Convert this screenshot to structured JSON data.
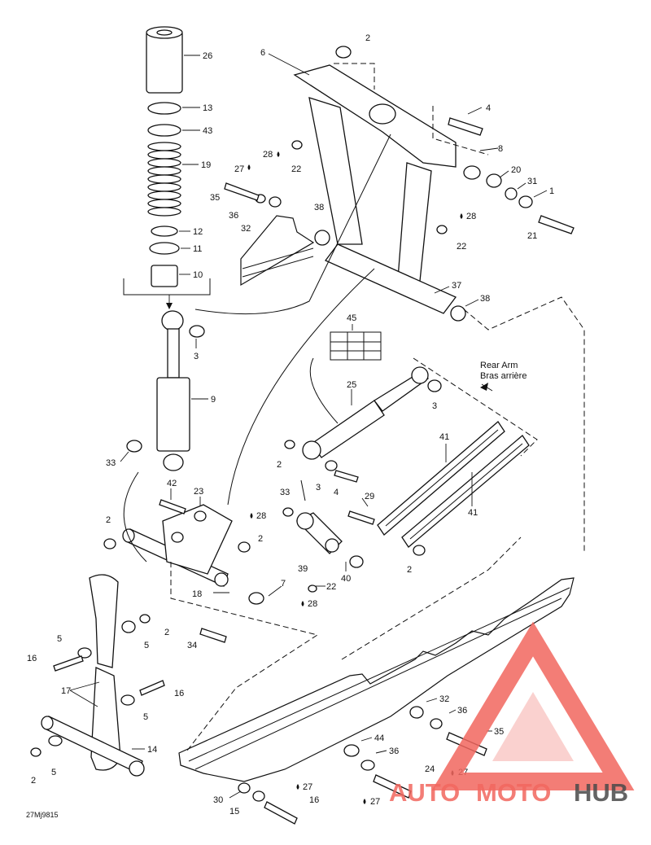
{
  "header": {
    "rear_arm_en": "Rear Arm",
    "rear_arm_fr": "Bras arrière"
  },
  "figure_id": "27Mj9815",
  "watermark": {
    "brand_a": "AUTO",
    "brand_b": "MOTO",
    "brand_c": "HUB",
    "colors": {
      "accent": "#f2675f",
      "dark": "#4a4a4a"
    }
  },
  "callouts": [
    {
      "n": "26"
    },
    {
      "n": "13"
    },
    {
      "n": "43"
    },
    {
      "n": "19"
    },
    {
      "n": "12"
    },
    {
      "n": "11"
    },
    {
      "n": "10"
    },
    {
      "n": "3"
    },
    {
      "n": "9"
    },
    {
      "n": "33"
    },
    {
      "n": "2"
    },
    {
      "n": "6"
    },
    {
      "n": "4"
    },
    {
      "n": "28"
    },
    {
      "n": "22"
    },
    {
      "n": "8"
    },
    {
      "n": "27"
    },
    {
      "n": "35"
    },
    {
      "n": "20"
    },
    {
      "n": "31"
    },
    {
      "n": "1"
    },
    {
      "n": "36"
    },
    {
      "n": "32"
    },
    {
      "n": "38"
    },
    {
      "n": "28"
    },
    {
      "n": "22"
    },
    {
      "n": "21"
    },
    {
      "n": "37"
    },
    {
      "n": "38"
    },
    {
      "n": "45"
    },
    {
      "n": "25"
    },
    {
      "n": "3"
    },
    {
      "n": "41"
    },
    {
      "n": "2"
    },
    {
      "n": "3"
    },
    {
      "n": "4"
    },
    {
      "n": "42"
    },
    {
      "n": "23"
    },
    {
      "n": "28"
    },
    {
      "n": "2"
    },
    {
      "n": "33"
    },
    {
      "n": "29"
    },
    {
      "n": "41"
    },
    {
      "n": "2"
    },
    {
      "n": "39"
    },
    {
      "n": "40"
    },
    {
      "n": "22"
    },
    {
      "n": "28"
    },
    {
      "n": "18"
    },
    {
      "n": "7"
    },
    {
      "n": "2"
    },
    {
      "n": "5"
    },
    {
      "n": "2"
    },
    {
      "n": "5"
    },
    {
      "n": "34"
    },
    {
      "n": "16"
    },
    {
      "n": "17"
    },
    {
      "n": "16"
    },
    {
      "n": "5"
    },
    {
      "n": "14"
    },
    {
      "n": "5"
    },
    {
      "n": "2"
    },
    {
      "n": "32"
    },
    {
      "n": "36"
    },
    {
      "n": "35"
    },
    {
      "n": "44"
    },
    {
      "n": "36"
    },
    {
      "n": "24"
    },
    {
      "n": "27"
    },
    {
      "n": "30"
    },
    {
      "n": "27"
    },
    {
      "n": "15"
    },
    {
      "n": "16"
    },
    {
      "n": "27"
    }
  ]
}
